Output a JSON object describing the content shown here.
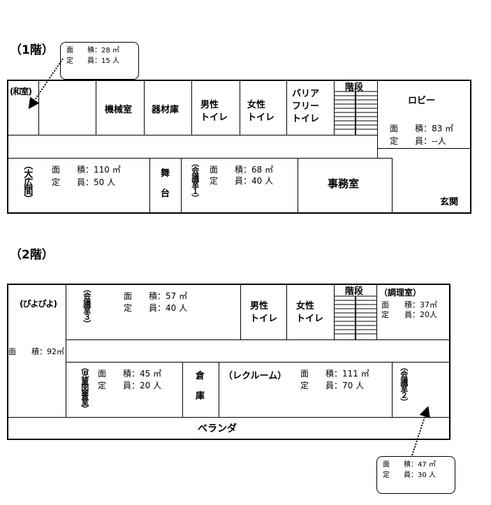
{
  "floor1": {
    "title": "（1階）",
    "callout": {
      "area_label": "面　　積：28 ㎡",
      "capacity_label": "定　　員：15 人"
    },
    "rooms": {
      "washitsu": "(和室)",
      "kikai": "機械室",
      "kizai": "器材庫",
      "men_toilet": "男性\nトイレ",
      "women_toilet": "女性\nトイレ",
      "bf_toilet": "バリア\nフリー\nトイレ",
      "stairs": "階段",
      "lobby": "ロビー",
      "lobby_area": "面　　積：83 ㎡",
      "lobby_cap": "定　　員：--人",
      "ohiroma": "（大広間）",
      "ohiroma_area": "面　　積：110 ㎡",
      "ohiroma_cap": "定　　員：50 人",
      "butai": "舞\n\n台",
      "kaigi1": "（会議室１）",
      "kaigi1_area": "面　　積：68 ㎡",
      "kaigi1_cap": "定　　員：40 人",
      "jimu": "事務室",
      "genkan": "玄関"
    }
  },
  "floor2": {
    "title": "（2階）",
    "callout": {
      "area_label": "面　　積：47 ㎡",
      "capacity_label": "定　　員：30 人"
    },
    "rooms": {
      "piyo": "(ぴよぴよ)",
      "piyo_area": "面　　積：92㎡",
      "kaigi3": "（会議室３）",
      "kaigi3_area": "面　　積：57 ㎡",
      "kaigi3_cap": "定　　員：40 人",
      "men_toilet": "男性\nトイレ",
      "women_toilet": "女性\nトイレ",
      "stairs": "階段",
      "chouri": "（調理室）",
      "chouri_area": "面　　積：37㎡",
      "chouri_cap": "定　　員：20人",
      "jidou": "（児童図書室）",
      "jidou_area": "面　　積：45 ㎡",
      "jidou_cap": "定　　員：20 人",
      "souko": "倉\n\n庫",
      "recroom": "（レクルーム）",
      "recroom_area": "面　　積：111 ㎡",
      "recroom_cap": "定　　員：70 人",
      "kaigi2": "（会議室２）",
      "veranda": "ベランダ"
    }
  }
}
